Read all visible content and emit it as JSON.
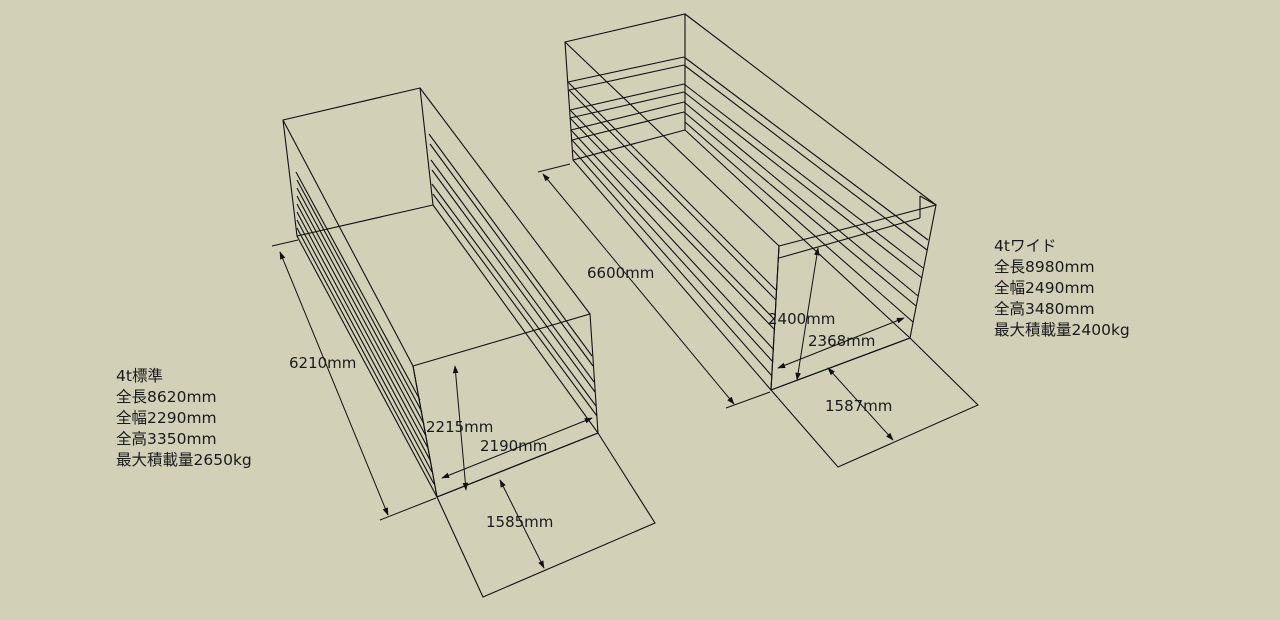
{
  "standard": {
    "title": "4t標準",
    "specs": [
      "全長8620mm",
      "全幅2290mm",
      "全高3350mm",
      "最大積載量2650kg"
    ],
    "dims": {
      "length": "6210mm",
      "height": "2215mm",
      "width": "2190mm",
      "floor": "1585mm"
    }
  },
  "wide": {
    "title": "4tワイド",
    "specs": [
      "全長8980mm",
      "全幅2490mm",
      "全高3480mm",
      "最大積載量2400kg"
    ],
    "dims": {
      "length": "6600mm",
      "height": "2400mm",
      "width": "2368mm",
      "floor": "1587mm"
    }
  },
  "colors": {
    "background": "#d3d0b8",
    "line": "#111111"
  }
}
